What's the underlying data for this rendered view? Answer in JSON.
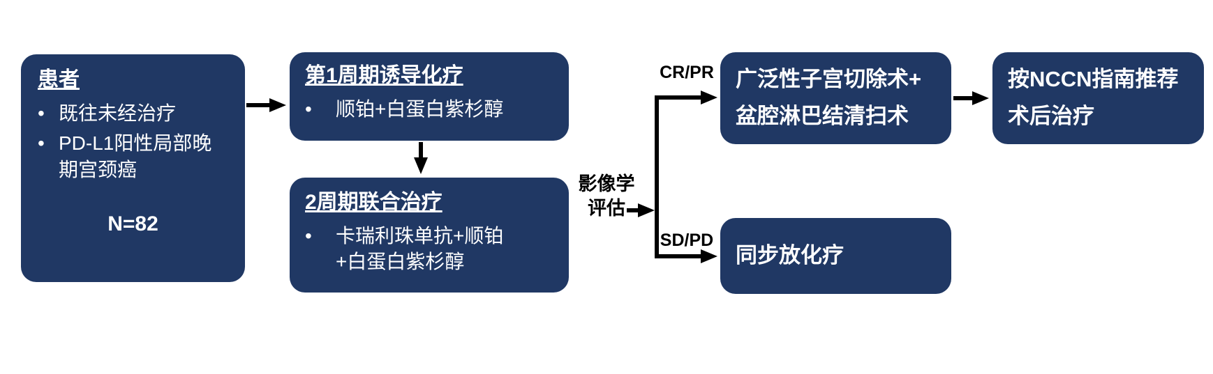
{
  "diagram": {
    "background": "#ffffff",
    "box_color": "#203864",
    "text_color": "#ffffff",
    "arrow_color": "#000000",
    "label_color": "#000000",
    "bullet_char": "•"
  },
  "patients_box": {
    "title": "患者",
    "bullet1": "既往未经治疗",
    "bullet2": "PD-L1阳性局部晚期宫颈癌",
    "n_label": "N=82"
  },
  "induction_box": {
    "title": "第1周期诱导化疗",
    "bullet1": "顺铂+白蛋白紫杉醇"
  },
  "combination_box": {
    "title": "2周期联合治疗",
    "bullet1": "卡瑞利珠单抗+顺铂+白蛋白紫杉醇"
  },
  "assessment_label": {
    "line1": "影像学",
    "line2": "评估"
  },
  "branch_labels": {
    "upper": "CR/PR",
    "lower": "SD/PD"
  },
  "surgery_box": {
    "line1": "广泛性子宫切除术+",
    "line2": "盆腔淋巴结清扫术"
  },
  "nccn_box": {
    "line1": "按NCCN指南推荐",
    "line2": "术后治疗"
  },
  "ccrt_box": {
    "label": "同步放化疗"
  }
}
